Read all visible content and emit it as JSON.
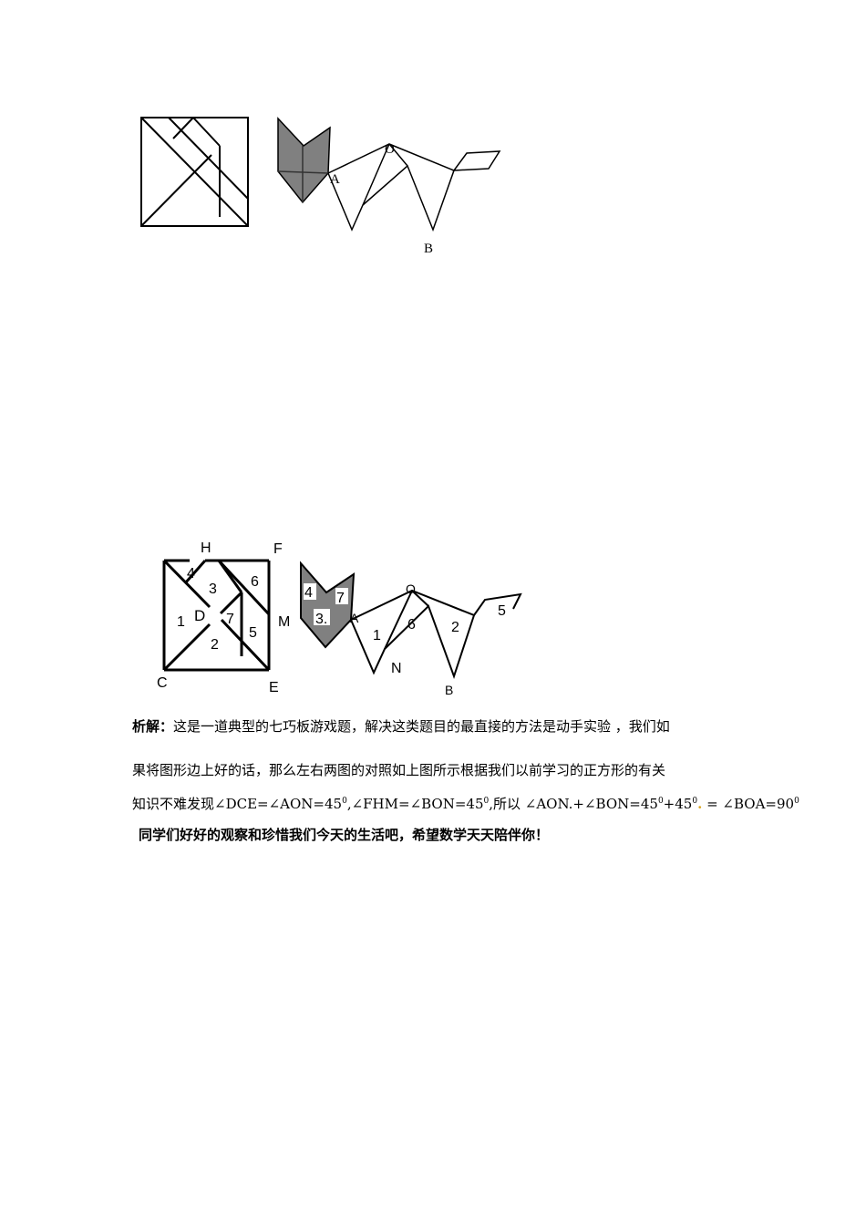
{
  "figure_top": {
    "labels": {
      "o": "O",
      "a": "A",
      "b": "B"
    }
  },
  "figure_bottom": {
    "labels": {
      "h": "H",
      "f": "F",
      "c": "C",
      "e": "E",
      "d": "D",
      "m": "M",
      "a": "A",
      "o": "O",
      "n": "N",
      "b": "B"
    },
    "piece_numbers": {
      "left_4": "4",
      "left_3": "3",
      "left_6": "6",
      "left_1": "1",
      "left_7": "7",
      "left_5": "5",
      "left_2": "2",
      "fox_4": "4",
      "fox_7": "7",
      "fox_3": "3.",
      "body_1": "1",
      "body_6": "6",
      "body_2": "2",
      "tail_5": "5"
    },
    "colors": {
      "shade": "#808080"
    }
  },
  "analysis": {
    "lead": "析解：",
    "line1": "这是一道典型的七巧板游戏题，解决这类题目的最直接的方法是动手实验 ，我们如",
    "line2": "果将图形边上好的话，那么左右两图的对照如上图所示根据我们以前学习的正方形的有关",
    "line3_a": "知识不难发现∠DCE=∠AON=45",
    "sup_a": "0",
    "line3_b": ",∠FHM=∠BON=45",
    "sup_b": "0",
    "line3_c": ",所以 ∠AON.+∠BON=45",
    "sup_c": "0",
    "line3_d": "+45",
    "sup_d": "0",
    "line3_dot": ".",
    "line3_e": " = ∠BOA=90",
    "sup_e": "0"
  },
  "closing": "同学们好好的观察和珍惜我们今天的生活吧，希望数学天天陪伴你！"
}
